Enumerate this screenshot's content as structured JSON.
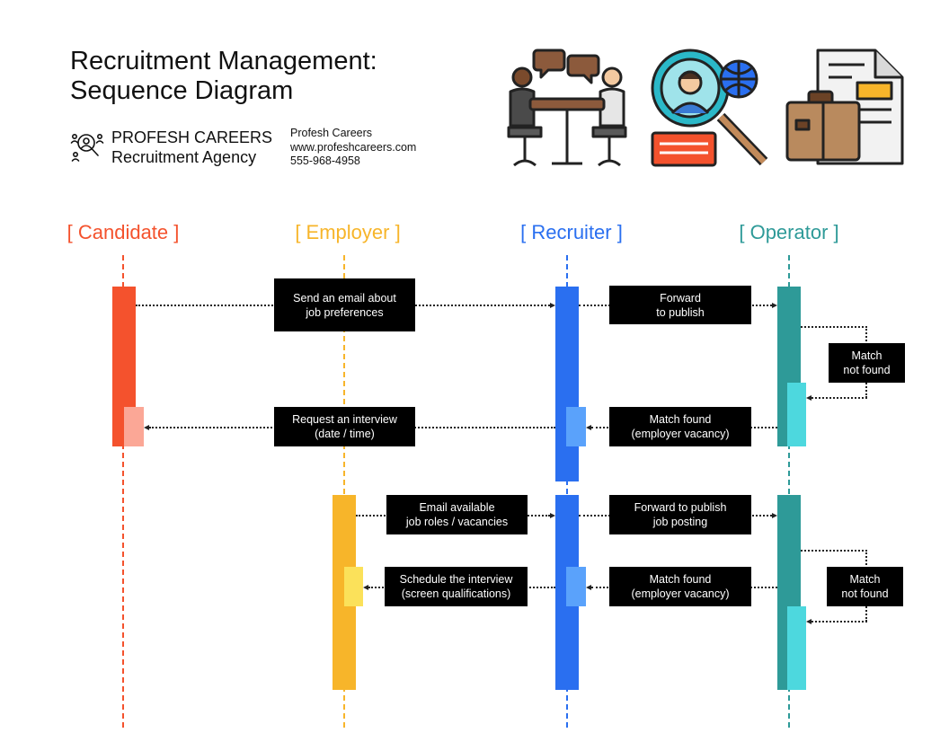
{
  "header": {
    "title_line1": "Recruitment Management:",
    "title_line2": "Sequence Diagram",
    "brand_line1": "PROFESH CAREERS",
    "brand_line2": "Recruitment Agency",
    "contact_name": "Profesh Careers",
    "contact_web": "www.profeshcareers.com",
    "contact_phone": "555-968-4958"
  },
  "actors": {
    "candidate": "[ Candidate ]",
    "employer": "[ Employer ]",
    "recruiter": "[ Recruiter ]",
    "operator": "[ Operator ]"
  },
  "messages": {
    "m1": "Send an email about\njob preferences",
    "m2": "Forward\nto publish",
    "m3": "Match\nnot found",
    "m4": "Match found\n(employer vacancy)",
    "m5": "Request an interview\n(date / time)",
    "m6": "Email available\njob roles / vacancies",
    "m7": "Forward to publish\njob posting",
    "m8": "Match\nnot found",
    "m9": "Match found\n(employer vacancy)",
    "m10": "Schedule the interview\n(screen qualifications)"
  },
  "colors": {
    "candidate": "#f4522d",
    "candidate_light": "#fba796",
    "employer": "#f7b52a",
    "employer_light": "#fbe15a",
    "recruiter": "#2a6ff0",
    "recruiter_light": "#5aa2fb",
    "operator": "#2e9a98",
    "operator_light": "#4dd8de"
  },
  "icons": [
    "meeting-icon",
    "candidate-search-icon",
    "job-documents-icon",
    "recruitment-agency-logo-icon"
  ]
}
